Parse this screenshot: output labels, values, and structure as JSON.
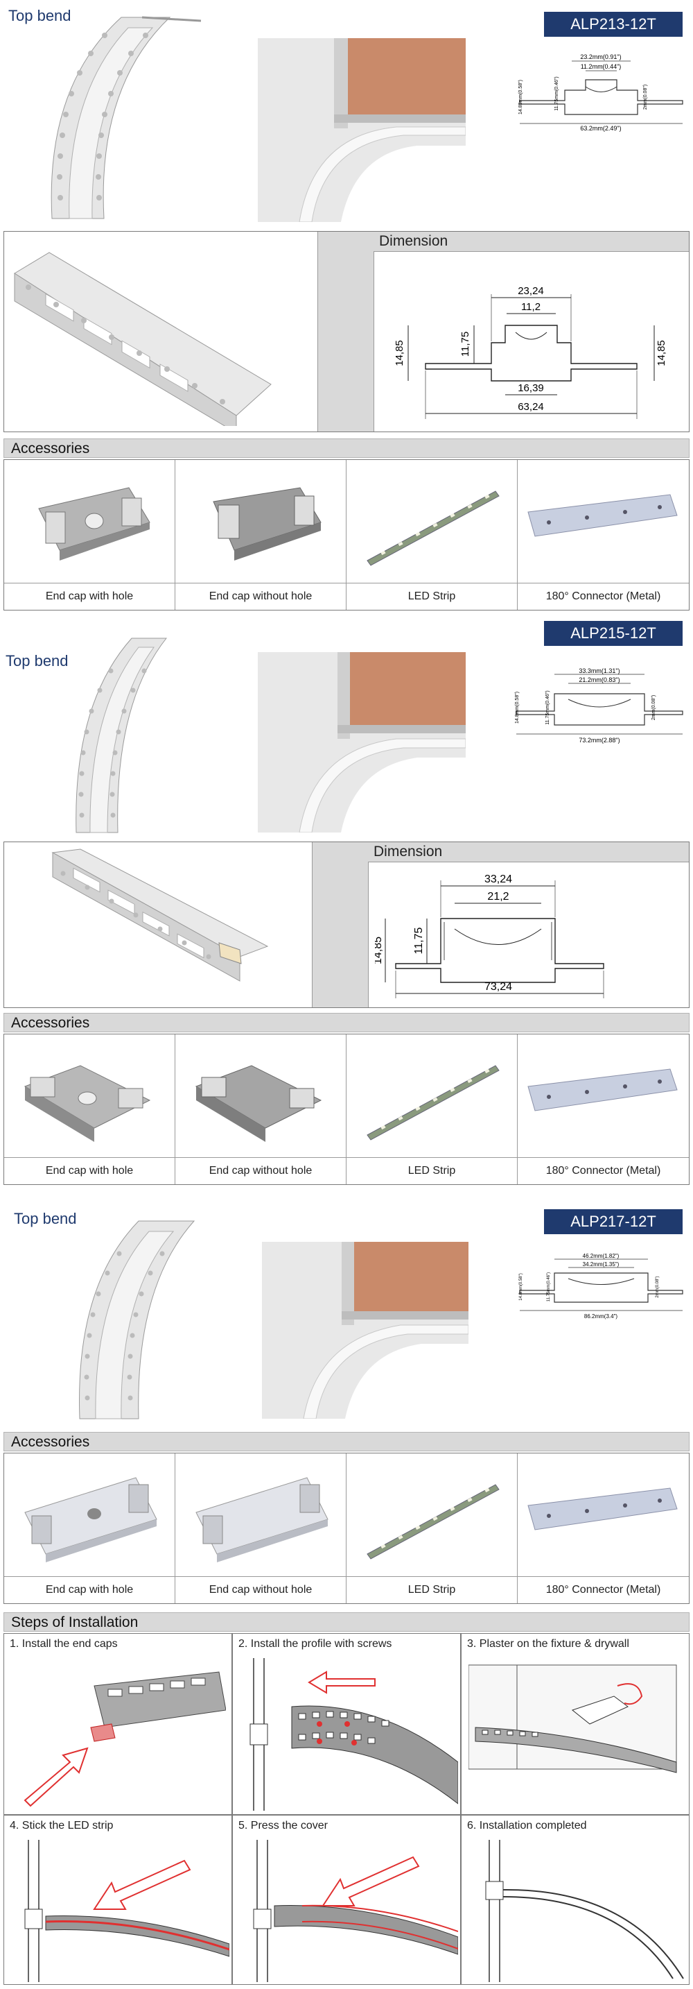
{
  "section1": {
    "top_bend": "Top bend",
    "model": "ALP213-12T",
    "small_dims": {
      "w1": "23.2mm(0.91\")",
      "w2": "11.2mm(0.44\")",
      "w3": "63.2mm(2.49\")",
      "h1": "14.85mm(0.58\")",
      "h2": "11.75mm(0.46\")",
      "h3": "2mm(0.08\")"
    },
    "dimension_title": "Dimension",
    "dims": {
      "top": "23,24",
      "inner": "11,2",
      "bottom_inner": "16,39",
      "total": "63,24",
      "h_left": "14,85",
      "h_inner": "11,75",
      "h_right": "14,85"
    }
  },
  "section2": {
    "top_bend": "Top bend",
    "model": "ALP215-12T",
    "small_dims": {
      "w1": "33.3mm(1.31\")",
      "w2": "21.2mm(0.83\")",
      "w3": "73.2mm(2.88\")",
      "h1": "14.8mm(0.58\")",
      "h2": "11.75mm(0.46\")",
      "h3": "2mm(0.08\")"
    },
    "dimension_title": "Dimension",
    "dims": {
      "top": "33,24",
      "inner": "21,2",
      "total": "73,24",
      "h_left": "14,85",
      "h_inner": "11,75"
    }
  },
  "section3": {
    "top_bend": "Top bend",
    "model": "ALP217-12T",
    "small_dims": {
      "w1": "46.2mm(1.82\")",
      "w2": "34.2mm(1.35\")",
      "w3": "86.2mm(3.4\")",
      "h1": "14.8mm(0.58\")",
      "h2": "11.75mm(0.46\")",
      "h3": "2mm(0.08\")"
    }
  },
  "accessories": {
    "title": "Accessories",
    "items": [
      "End cap with hole",
      "End cap without hole",
      "LED Strip",
      "180°  Connector (Metal)"
    ]
  },
  "installation": {
    "title": "Steps of Installation",
    "steps": [
      "1. Install the end caps",
      "2. Install the profile with screws",
      "3. Plaster on the fixture & drywall",
      "4.   Stick the LED strip",
      "5. Press the cover",
      "6. Installation completed"
    ]
  },
  "colors": {
    "navy": "#1f3a6e",
    "header_gray": "#d9d9d9",
    "arrow_red": "#e03030"
  }
}
